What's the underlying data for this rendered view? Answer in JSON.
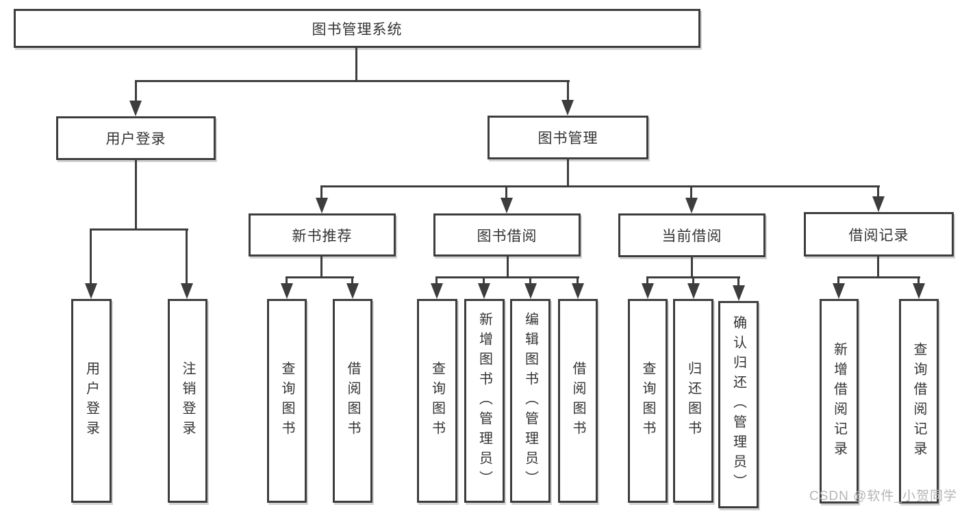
{
  "diagram": {
    "root": {
      "label": "图书管理系统"
    },
    "level2": [
      {
        "label": "用户登录"
      },
      {
        "label": "图书管理"
      }
    ],
    "level3": [
      {
        "label": "新书推荐",
        "parent": "图书管理"
      },
      {
        "label": "图书借阅",
        "parent": "图书管理"
      },
      {
        "label": "当前借阅",
        "parent": "图书管理"
      },
      {
        "label": "借阅记录",
        "parent": "图书管理"
      }
    ],
    "leaves": [
      {
        "label": "用户登录",
        "parent": "用户登录"
      },
      {
        "label": "注销登录",
        "parent": "用户登录"
      },
      {
        "label": "查询图书",
        "parent": "新书推荐"
      },
      {
        "label": "借阅图书",
        "parent": "新书推荐"
      },
      {
        "label": "查询图书",
        "parent": "图书借阅"
      },
      {
        "label": "新增图书（管理员）",
        "parent": "图书借阅"
      },
      {
        "label": "编辑图书（管理员）",
        "parent": "图书借阅"
      },
      {
        "label": "借阅图书",
        "parent": "图书借阅"
      },
      {
        "label": "查询图书",
        "parent": "当前借阅"
      },
      {
        "label": "归还图书",
        "parent": "当前借阅"
      },
      {
        "label": "确认归还（管理员）",
        "parent": "当前借阅"
      },
      {
        "label": "新增借阅记录",
        "parent": "借阅记录"
      },
      {
        "label": "查询借阅记录",
        "parent": "借阅记录"
      }
    ]
  },
  "watermark": {
    "text": "CSDN @软件_小贺同学"
  },
  "colors": {
    "line": "#3d3d3d",
    "text": "#333333",
    "box_fill": "#ffffff",
    "background": "#ffffff",
    "watermark": "#b5b5b5"
  }
}
